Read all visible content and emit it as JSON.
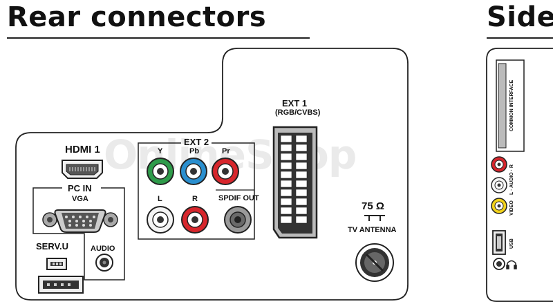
{
  "rear": {
    "title": "Rear connectors",
    "hdmi": {
      "label": "HDMI 1"
    },
    "ext2": {
      "label": "EXT 2",
      "y": "Y",
      "pb": "Pb",
      "pr": "Pr",
      "l": "L",
      "r": "R"
    },
    "spdif": {
      "label": "SPDIF OUT"
    },
    "ext1": {
      "label": "EXT 1",
      "sub": "(RGB/CVBS)"
    },
    "pcin": {
      "label": "PC IN",
      "vga": "VGA",
      "audio": "AUDIO"
    },
    "servu": {
      "label": "SERV.U"
    },
    "antenna": {
      "ohm": "75 Ω",
      "label": "TV ANTENNA"
    }
  },
  "side": {
    "title": "Side",
    "common_interface": "COMMON INTERFACE",
    "audio": "L · AUDIO · R",
    "video": "VIDEO",
    "usb": "USB"
  },
  "colors": {
    "green": "#2e9b4a",
    "blue": "#2a8fcf",
    "red": "#d7262c",
    "white": "#ffffff",
    "yellow": "#f2d21b",
    "outline": "#222222"
  },
  "watermark": "OnlineShop"
}
